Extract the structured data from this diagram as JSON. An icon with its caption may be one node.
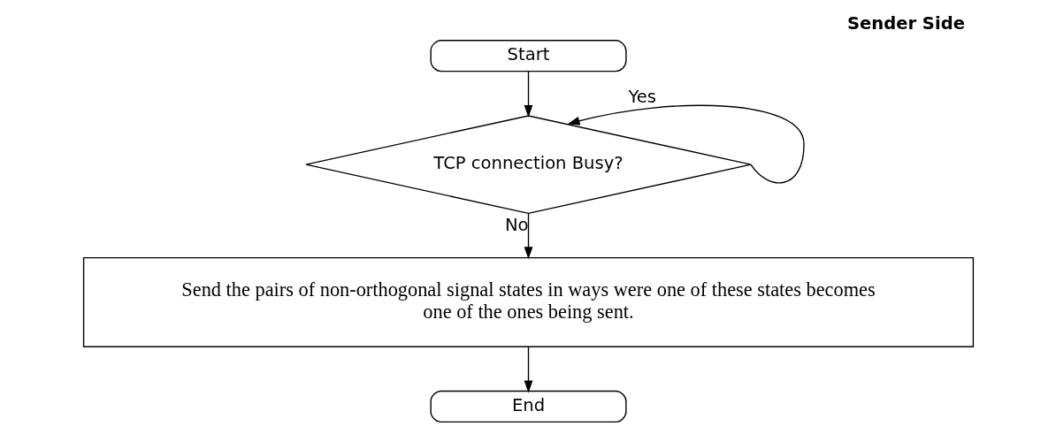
{
  "diagram": {
    "title": "Sender Side",
    "nodes": [
      {
        "text": [
          "Start"
        ]
      },
      {
        "text": [
          "TCP connection Busy?"
        ]
      },
      {
        "text": [
          "Send the pairs of non-orthogonal signal states in ways were one of these states becomes one of the ones being sent."
        ]
      },
      {
        "text": [
          "End"
        ]
      }
    ],
    "edges": [
      {
        "from": 0,
        "to": 1,
        "arrow": "to"
      },
      {
        "from": 1,
        "to": 1,
        "arrow": "to",
        "label": "Yes"
      },
      {
        "from": 1,
        "to": 2,
        "arrow": "to",
        "label": "No"
      },
      {
        "from": 2,
        "to": 3,
        "arrow": "to"
      }
    ]
  }
}
